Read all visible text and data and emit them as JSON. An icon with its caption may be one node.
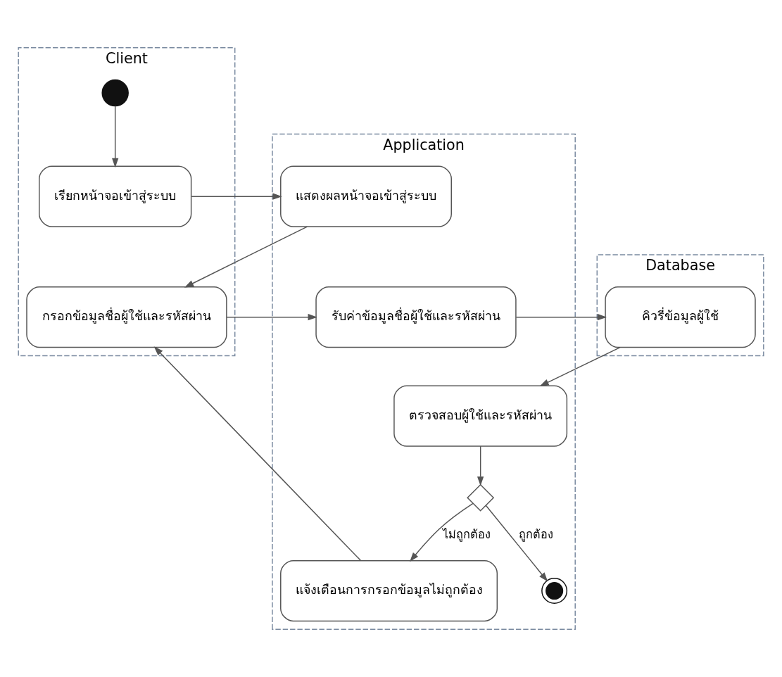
{
  "diagram": {
    "nodes": [
      {
        "text": [
          "Client"
        ]
      },
      {
        "text": [
          "Application"
        ]
      },
      {
        "text": [
          "Database"
        ]
      },
      {
        "text": [],
        "shape": "circle",
        "in": 0
      },
      {
        "text": [
          "เรียกหน้าจอเข้าสู่ระบบ"
        ],
        "in": 0
      },
      {
        "text": [
          "แสดงผลหน้าจอเข้าสู่ระบบ"
        ],
        "in": 1
      },
      {
        "text": [
          "กรอกข้อมูลชื่อผู้ใช้และรหัสผ่าน"
        ],
        "in": 0
      },
      {
        "text": [
          "รับค่าข้อมูลชื่อผู้ใช้และรหัสผ่าน"
        ],
        "in": 1
      },
      {
        "text": [
          "คิวรี่ข้อมูลผู้ใช้"
        ],
        "in": 2
      },
      {
        "text": [
          "ตรวจสอบผู้ใช้และรหัสผ่าน"
        ],
        "in": 1
      },
      {
        "text": [],
        "shape": "diamond",
        "in": 1
      },
      {
        "text": [
          "แจ้งเตือนการกรอกข้อมูลไม่ถูกต้อง"
        ],
        "in": 1
      },
      {
        "text": [],
        "shape": "circle",
        "in": 1
      }
    ],
    "edges": [
      {
        "from": 3,
        "to": 4,
        "arrow": "to"
      },
      {
        "from": 4,
        "to": 5,
        "arrow": "to"
      },
      {
        "from": 5,
        "to": 6,
        "arrow": "to"
      },
      {
        "from": 6,
        "to": 7,
        "arrow": "to"
      },
      {
        "from": 7,
        "to": 8,
        "arrow": "to"
      },
      {
        "from": 8,
        "to": 9,
        "arrow": "to"
      },
      {
        "from": 9,
        "to": 10,
        "arrow": "to"
      },
      {
        "from": 10,
        "to": 12,
        "arrow": "to",
        "label": "ถูกต้อง"
      },
      {
        "from": 10,
        "to": 11,
        "arrow": "to",
        "label": "ไม่ถูกต้อง"
      },
      {
        "from": 11,
        "to": 6,
        "arrow": "to"
      }
    ]
  }
}
